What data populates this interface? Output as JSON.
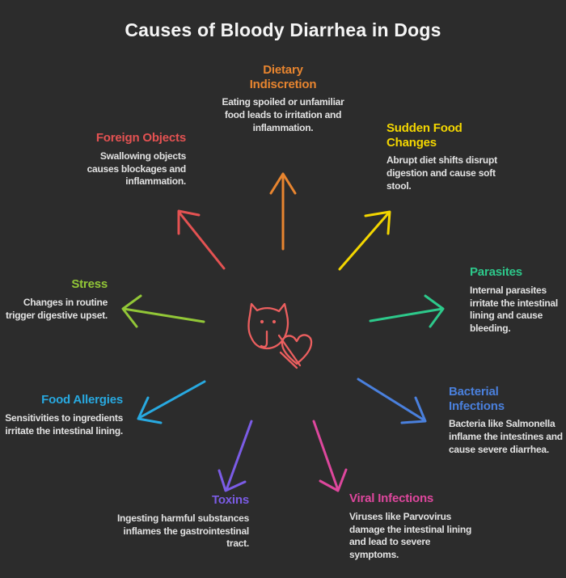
{
  "title": "Causes of Bloody Diarrhea in Dogs",
  "background_color": "#2c2c2c",
  "text_color": "#e2e2e2",
  "center_icon": {
    "name": "cat-with-heart",
    "color": "#ec5f5f"
  },
  "causes": [
    {
      "id": "dietary-indiscretion",
      "title": "Dietary Indiscretion",
      "description": "Eating spoiled or unfamiliar food leads to irritation and inflammation.",
      "color": "#e8852f",
      "arrow_direction": "up"
    },
    {
      "id": "sudden-food-changes",
      "title": "Sudden Food Changes",
      "description": "Abrupt diet shifts disrupt digestion and cause soft stool.",
      "color": "#f3d600",
      "arrow_direction": "up-right"
    },
    {
      "id": "parasites",
      "title": "Parasites",
      "description": "Internal parasites irritate the intestinal lining and cause bleeding.",
      "color": "#2dc98b",
      "arrow_direction": "right"
    },
    {
      "id": "bacterial-infections",
      "title": "Bacterial Infections",
      "description": "Bacteria like Salmonella inflame the intestines and cause severe diarrhea.",
      "color": "#4a80dd",
      "arrow_direction": "down-right"
    },
    {
      "id": "viral-infections",
      "title": "Viral Infections",
      "description": "Viruses like Parvovirus damage the intestinal lining and lead to severe symptoms.",
      "color": "#de479d",
      "arrow_direction": "down"
    },
    {
      "id": "toxins",
      "title": "Toxins",
      "description": "Ingesting harmful substances inflames the gastrointestinal tract.",
      "color": "#7b5ce6",
      "arrow_direction": "down"
    },
    {
      "id": "food-allergies",
      "title": "Food Allergies",
      "description": "Sensitivities to ingredients irritate the intestinal lining.",
      "color": "#28a9e0",
      "arrow_direction": "down-left"
    },
    {
      "id": "stress",
      "title": "Stress",
      "description": "Changes in routine trigger digestive upset.",
      "color": "#92c737",
      "arrow_direction": "left"
    },
    {
      "id": "foreign-objects",
      "title": "Foreign Objects",
      "description": "Swallowing objects causes blockages and inflammation.",
      "color": "#e45252",
      "arrow_direction": "up-left"
    }
  ]
}
